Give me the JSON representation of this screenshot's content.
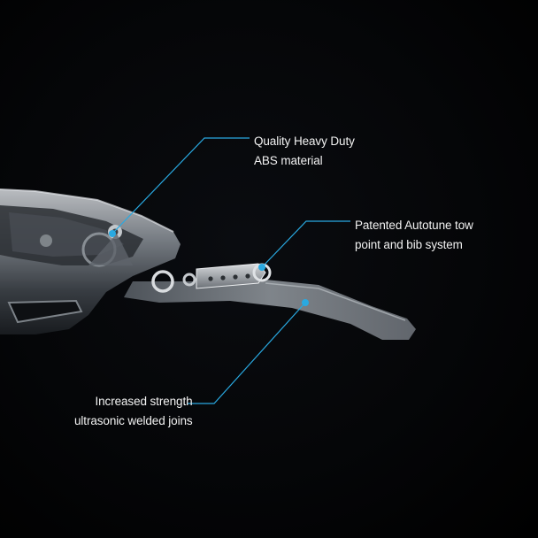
{
  "accent_color": "#29a9e1",
  "callouts": [
    {
      "lines": [
        "Quality Heavy Duty",
        "ABS material"
      ]
    },
    {
      "lines": [
        "Patented Autotune tow",
        "point and bib system"
      ]
    },
    {
      "lines": [
        "Increased strength",
        "ultrasonic welded joins"
      ]
    }
  ]
}
